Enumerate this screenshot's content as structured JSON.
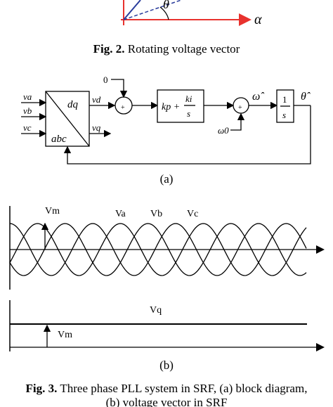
{
  "fig2": {
    "axis_label": "α",
    "angle_label": "θ",
    "caption_label": "Fig. 2.",
    "caption_text": " Rotating voltage vector"
  },
  "fig3a": {
    "inputs": [
      "va",
      "vb",
      "vc"
    ],
    "transform_top": "dq",
    "transform_bottom": "abc",
    "output_d": "vd",
    "output_q": "vq",
    "ref_zero": "0",
    "pi_kp": "kp +",
    "pi_ki": "ki",
    "pi_s": "s",
    "omega_hat": "ω̂",
    "omega0": "ω0",
    "integrator_num": "1",
    "integrator_den": "s",
    "theta_hat": "θ̂",
    "sign_plus": "+",
    "sublabel": "(a)"
  },
  "fig3b": {
    "vm_top": "Vm",
    "va": "Va",
    "vb": "Vb",
    "vc": "Vc",
    "vq": "Vq",
    "vm_bottom": "Vm",
    "sublabel": "(b)"
  },
  "fig3": {
    "caption_label": "Fig. 3.",
    "caption_line1": " Three phase PLL system in SRF, (a) block diagram,",
    "caption_line2": "(b) voltage vector in SRF"
  },
  "colors": {
    "alpha_axis": "#e8322e",
    "vector_blue": "#2a3d9c",
    "ink": "#000000"
  }
}
